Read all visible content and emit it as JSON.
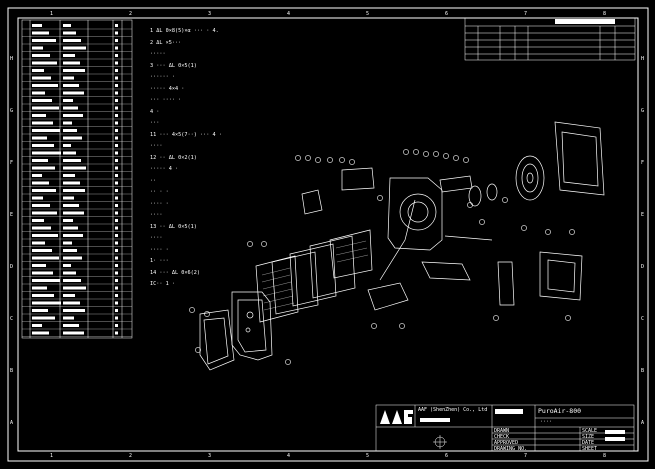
{
  "drawing": {
    "title_notes": [
      "1  ΔL 0×8(5)×α ··· · 4.",
      "2  ΔL ×5···",
      "   ·····",
      "3  ···  ΔL 0×5(1)",
      "   ······ ·",
      "   ····· 4×4 ·",
      "   ··· ···· ·",
      "   4 ·",
      "   ···",
      "11  ··· 4×5(7··) ··· 4 ·",
      "    ····",
      "12  ··   ΔL 0×2(1)",
      "    ····· 4 ·",
      "    ··",
      "    ·· · ·",
      "    ···· ·",
      "    ····",
      "13  ·· ΔL 0×5(1)",
      "    ····",
      "    ···· ·",
      "    1· ···",
      "14  ··· ΔL 0×6(2)",
      "    IC·· 1 ·"
    ],
    "grid_top": [
      "1",
      "2",
      "3",
      "4",
      "5",
      "6",
      "7",
      "8"
    ],
    "grid_side": [
      "A",
      "B",
      "C",
      "D",
      "E",
      "F",
      "G",
      "H"
    ],
    "company": "AAF (ShenZhen) Co., Ltd",
    "logo": "AAF",
    "model": "PuroAir-800",
    "sheet_title": "····",
    "tb_rows": [
      "DRAWN",
      "CHECK",
      "APPROVED",
      "DRAWING NO."
    ],
    "tb_right": [
      "SCALE",
      "SIZE",
      "DATE",
      "SHEET"
    ]
  }
}
